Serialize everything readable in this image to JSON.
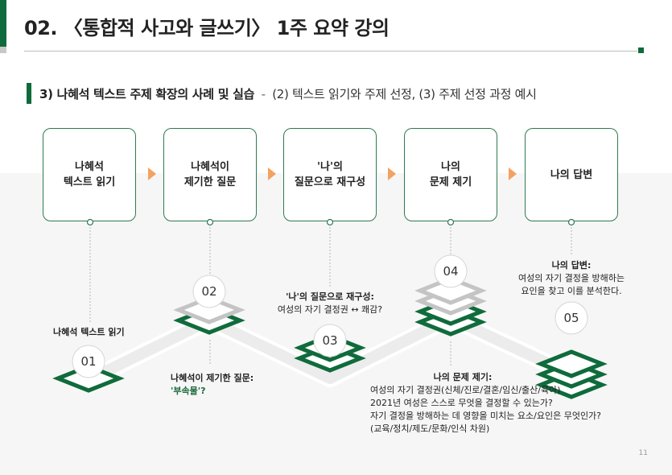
{
  "title": "02. 〈통합적 사고와 글쓰기〉 1주 요약 강의",
  "subtitle": {
    "main": "3) 나혜석 텍스트 주제 확장의 사례 및 실습",
    "sep": "-",
    "rest": "(2) 텍스트 읽기와 주제 선정, (3) 주제 선정 과정 예시"
  },
  "steps": [
    {
      "label": "나혜석\n텍스트 읽기"
    },
    {
      "label": "나혜석이\n제기한 질문"
    },
    {
      "label": "'나'의\n질문으로 재구성"
    },
    {
      "label": "나의\n문제 제기"
    },
    {
      "label": "나의 답변"
    }
  ],
  "stages": [
    {
      "num": "01",
      "label": "나혜석 텍스트 읽기"
    },
    {
      "num": "02",
      "label": "나혜석이 제기한 질문:",
      "detail": "'부속물'?"
    },
    {
      "num": "03",
      "label": "'나'의 질문으로 재구성:",
      "detail": "여성의 자기 결정권 ↔ 쾌감?"
    },
    {
      "num": "04",
      "label": "나의 문제 제기:",
      "detail_lines": [
        "여성의 자기 결정권(신체/진로/결혼/임신/출산/육아)",
        "2021년 여성은 스스로 무엇을 결정할 수 있는가?",
        "자기 결정을 방해하는 데 영향을 미치는 요소/요인은 무엇인가?",
        "(교육/정치/제도/문화/인식 차원)"
      ]
    },
    {
      "num": "05",
      "label": "나의 답변:",
      "detail_lines": [
        "여성의 자기 결정을 방해하는",
        "요인을 찾고 이를 분석한다."
      ]
    }
  ],
  "page_number": "11",
  "colors": {
    "accent": "#0f6b3b",
    "arrow": "#f4a261",
    "layer_gray": "#c4c4c4"
  }
}
